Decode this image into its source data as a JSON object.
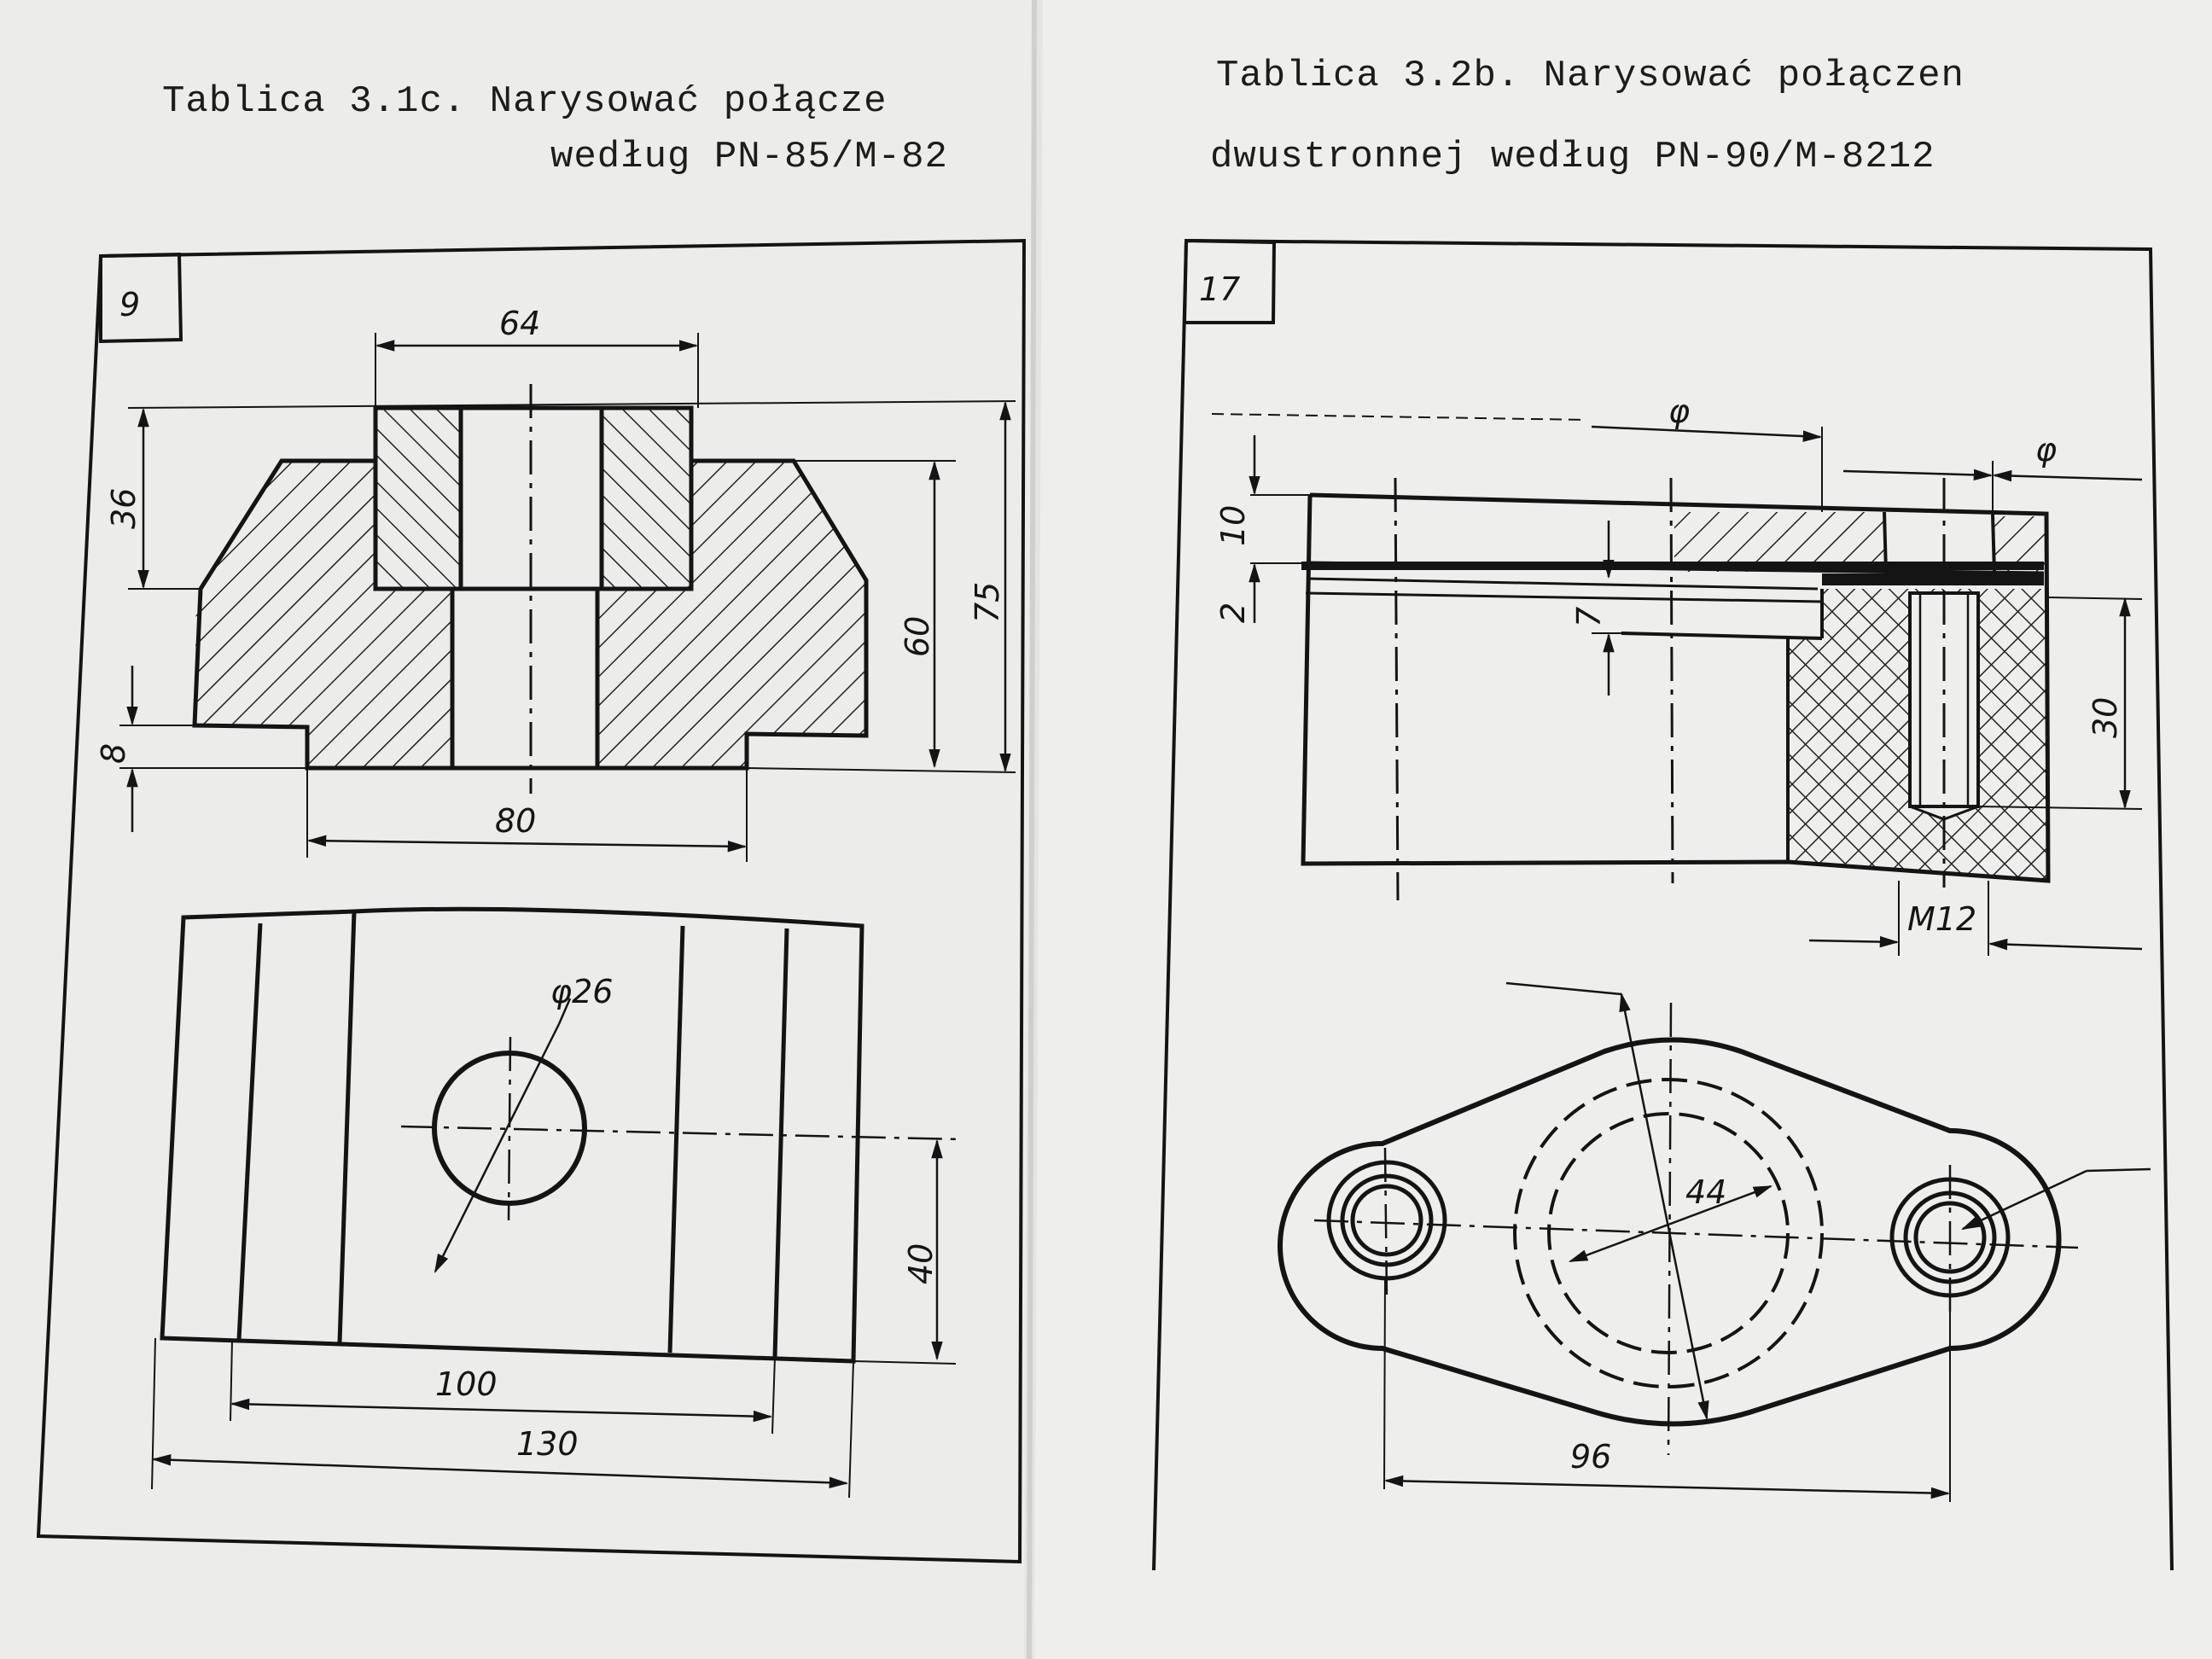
{
  "left_sheet": {
    "header_line1": "Tablica 3.1c. Narysować połącze",
    "header_line2": "według PN-85/M-82",
    "drawing_number": "9",
    "dimensions": {
      "top_width": "64",
      "upper_height": "36",
      "mid_height": "60",
      "total_height": "75",
      "foot_height": "8",
      "base_width": "80",
      "hole_diameter": "φ26",
      "hole_offset": "40",
      "inner_length": "100",
      "overall_length": "130"
    }
  },
  "right_sheet": {
    "header_line1": "Tablica 3.2b. Narysować połączen",
    "header_line2": "dwustronnej według PN-90/M-8212",
    "drawing_number": "17",
    "dimensions": {
      "diameter_symbol_a": "φ",
      "diameter_symbol_b": "φ",
      "flange_thickness": "10",
      "gap": "2",
      "depth": "7",
      "thread_depth": "30",
      "thread": "M12",
      "circle_diameter": "44",
      "bolt_spacing": "96"
    }
  }
}
